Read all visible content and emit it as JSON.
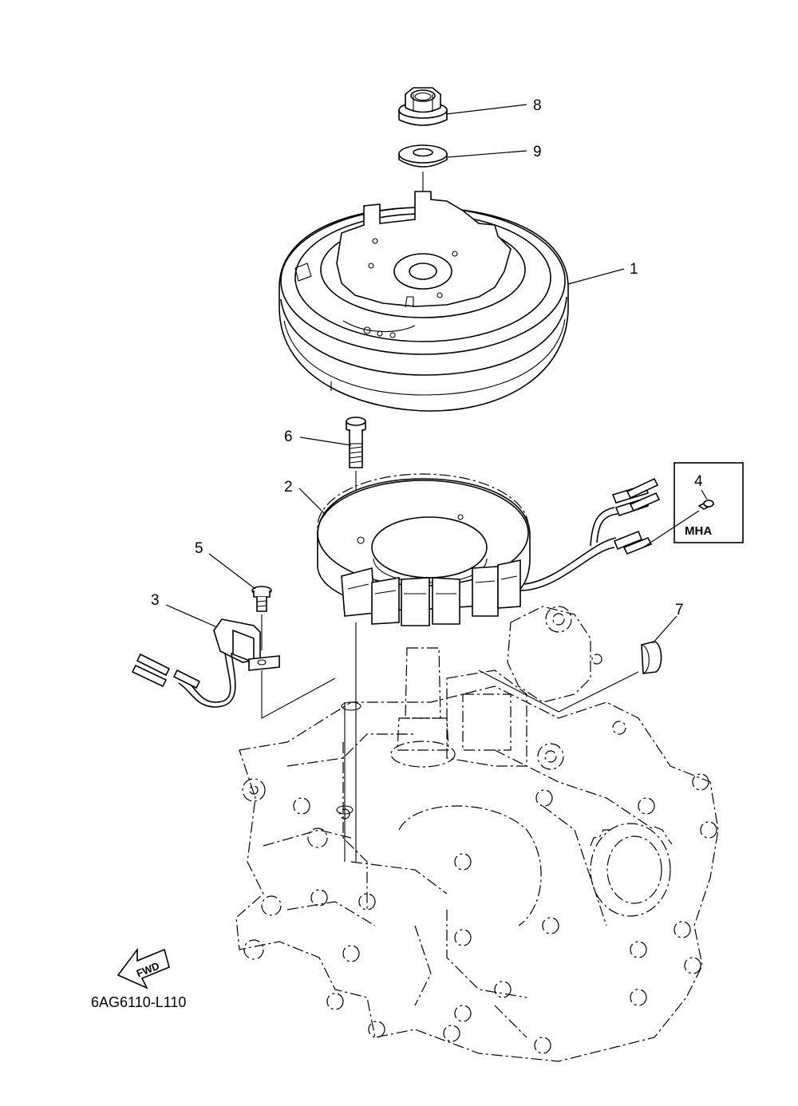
{
  "diagram": {
    "callouts": [
      {
        "id": "8",
        "label": "8"
      },
      {
        "id": "9",
        "label": "9"
      },
      {
        "id": "1",
        "label": "1"
      },
      {
        "id": "6",
        "label": "6"
      },
      {
        "id": "2",
        "label": "2"
      },
      {
        "id": "4",
        "label": "4"
      },
      {
        "id": "5",
        "label": "5"
      },
      {
        "id": "3",
        "label": "3"
      },
      {
        "id": "7",
        "label": "7"
      }
    ],
    "variant_box_label": "MHA",
    "direction_arrow_label": "FWD",
    "figure_code": "6AG6110-L110"
  }
}
